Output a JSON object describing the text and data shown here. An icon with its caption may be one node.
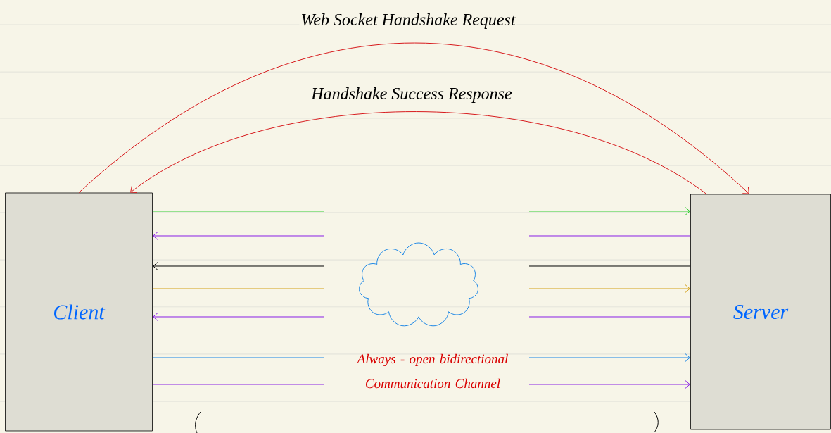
{
  "diagram": {
    "nodes": [
      {
        "text": [
          "Client"
        ]
      },
      {
        "text": [
          "Server"
        ]
      },
      {
        "text": [],
        "shape": "cloud",
        "beside": [
          "Always - open bidirectional Communication Channel"
        ]
      }
    ],
    "edges": [
      {
        "from": 0,
        "to": 1,
        "arrow": "to",
        "label": "Web Socket Handshake Request",
        "color": "#d7191c"
      },
      {
        "from": 1,
        "to": 0,
        "arrow": "to",
        "label": "Handshake Success Response",
        "color": "#d7191c"
      },
      {
        "from": null,
        "to": 0,
        "arrow": "none",
        "color": "#2ecc2e"
      },
      {
        "from": null,
        "to": 1,
        "arrow": "to",
        "color": "#2ecc2e"
      },
      {
        "from": null,
        "to": 0,
        "arrow": "to",
        "color": "#8a1ee6"
      },
      {
        "from": null,
        "to": 1,
        "arrow": "none",
        "color": "#8a1ee6"
      },
      {
        "from": null,
        "to": 0,
        "arrow": "to",
        "color": "#000000"
      },
      {
        "from": null,
        "to": 1,
        "arrow": "none",
        "color": "#000000"
      },
      {
        "from": null,
        "to": 0,
        "arrow": "none",
        "color": "#d4a21a"
      },
      {
        "from": null,
        "to": 1,
        "arrow": "to",
        "color": "#d4a21a"
      },
      {
        "from": null,
        "to": 0,
        "arrow": "to",
        "color": "#8a1ee6"
      },
      {
        "from": null,
        "to": 1,
        "arrow": "none",
        "color": "#8a1ee6"
      },
      {
        "from": null,
        "to": 0,
        "arrow": "none",
        "color": "#1e88e5"
      },
      {
        "from": null,
        "to": 1,
        "arrow": "to",
        "color": "#1e88e5"
      },
      {
        "from": null,
        "to": 0,
        "arrow": "none",
        "color": "#8a1ee6"
      },
      {
        "from": null,
        "to": 1,
        "arrow": "to",
        "color": "#8a1ee6"
      }
    ]
  }
}
